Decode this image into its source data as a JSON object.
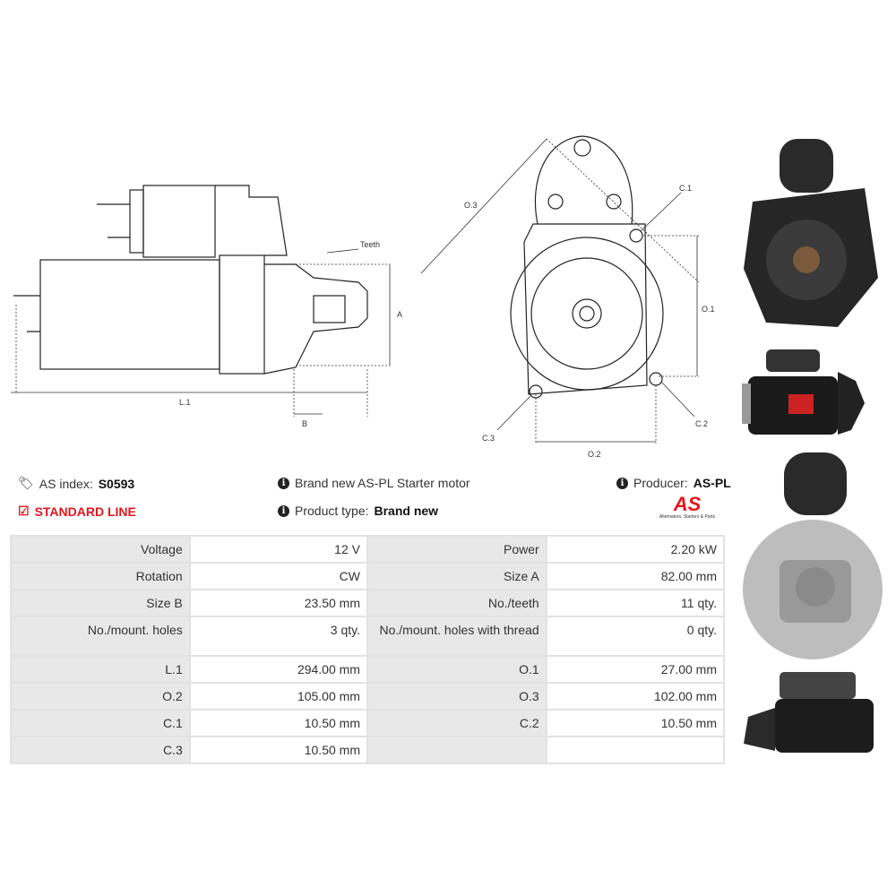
{
  "diagram": {
    "teeth": "Teeth",
    "a": "A",
    "l1": "L.1",
    "b": "B",
    "o1": "O.1",
    "o2": "O.2",
    "o3": "O.3",
    "c1": "C.1",
    "c2": "C.2",
    "c3": "C.3"
  },
  "header": {
    "as_index_label": "AS index:",
    "as_index_value": "S0593",
    "line": "STANDARD LINE",
    "description": "Brand new AS-PL Starter motor",
    "product_type_label": "Product type:",
    "product_type_value": "Brand new",
    "producer_label": "Producer:",
    "producer_value": "AS-PL",
    "logo_text": "AS",
    "logo_tagline": "Alternators, Starters & Parts"
  },
  "colors": {
    "accent": "#e3171d"
  },
  "specs": [
    [
      {
        "label": "Voltage",
        "value": "12 V"
      },
      {
        "label": "Power",
        "value": "2.20 kW"
      }
    ],
    [
      {
        "label": "Rotation",
        "value": "CW"
      },
      {
        "label": "Size A",
        "value": "82.00 mm"
      }
    ],
    [
      {
        "label": "Size B",
        "value": "23.50 mm"
      },
      {
        "label": "No./teeth",
        "value": "11 qty."
      }
    ],
    [
      {
        "label": "No./mount. holes",
        "value": "3 qty."
      },
      {
        "label": "No./mount. holes with thread",
        "value": "0 qty."
      }
    ],
    [
      {
        "label": "L.1",
        "value": "294.00 mm"
      },
      {
        "label": "O.1",
        "value": "27.00 mm"
      }
    ],
    [
      {
        "label": "O.2",
        "value": "105.00 mm"
      },
      {
        "label": "O.3",
        "value": "102.00 mm"
      }
    ],
    [
      {
        "label": "C.1",
        "value": "10.50 mm"
      },
      {
        "label": "C.2",
        "value": "10.50 mm"
      }
    ],
    [
      {
        "label": "C.3",
        "value": "10.50 mm"
      },
      {
        "label": "",
        "value": ""
      }
    ]
  ]
}
